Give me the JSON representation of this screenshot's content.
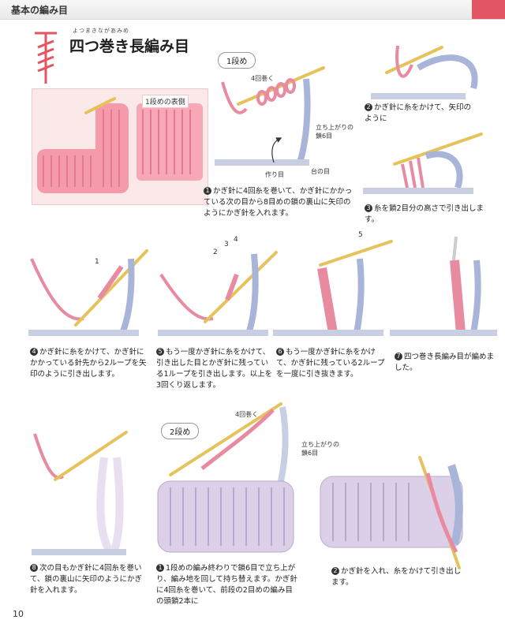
{
  "header": {
    "section": "基本の編み目"
  },
  "title": {
    "ruby": "よつまきながあみめ",
    "text": "四つ巻き長編み目"
  },
  "photo": {
    "inset_label": "1段めの表側"
  },
  "row1": {
    "badge": "1段め",
    "labels": {
      "wraps": "4回巻く",
      "turning_chain": "立ち上がりの鎖6目",
      "foundation": "作り目",
      "base_stitch": "台の目"
    },
    "steps": [
      {
        "num": "1",
        "text": "かぎ針に4回糸を巻いて、かぎ針にかかっている次の目から8目めの鎖の裏山に矢印のようにかぎ針を入れます。"
      },
      {
        "num": "2",
        "text": "かぎ針に糸をかけて、矢印のように"
      },
      {
        "num": "3",
        "text": "糸を鎖2目分の高さで引き出します。"
      },
      {
        "num": "4",
        "text": "かぎ針に糸をかけて、かぎ針にかかっている針先から2ループを矢印のように引き出します。"
      },
      {
        "num": "5",
        "text": "もう一度かぎ針に糸をかけて、引き出した目とかぎ針に残っている1ループを引き出します。以上を3回くり返します。"
      },
      {
        "num": "6",
        "text": "もう一度かぎ針に糸をかけて、かぎ針に残っている2ループを一度に引き抜きます。"
      },
      {
        "num": "7",
        "text": "四つ巻き長編み目が編めました。"
      }
    ],
    "arrow_numbers": [
      "1",
      "2",
      "3",
      "4",
      "5"
    ]
  },
  "row2": {
    "badge": "2段め",
    "labels": {
      "wraps": "4回巻く",
      "turning_chain": "立ち上がりの鎖6目"
    },
    "steps": [
      {
        "num": "8",
        "text": "次の目もかぎ針に4回糸を巻いて、鎖の裏山に矢印のようにかぎ針を入れます。"
      },
      {
        "num": "1",
        "text": "1段めの編み終わりで鎖6目で立ち上がり、編み地を回して持ち替えます。かぎ針に4回糸を巻いて、前段の2目めの編み目の頭鎖2本に"
      },
      {
        "num": "2",
        "text": "かぎ針を入れ、糸をかけて引き出します。"
      }
    ]
  },
  "page": {
    "number": "10"
  },
  "colors": {
    "accent": "#e25562",
    "yarn_pink": "#e88aa0",
    "yarn_blue": "#a9b5d8",
    "swatch_lilac": "#d7c8e4",
    "hook": "#e6c25a"
  }
}
